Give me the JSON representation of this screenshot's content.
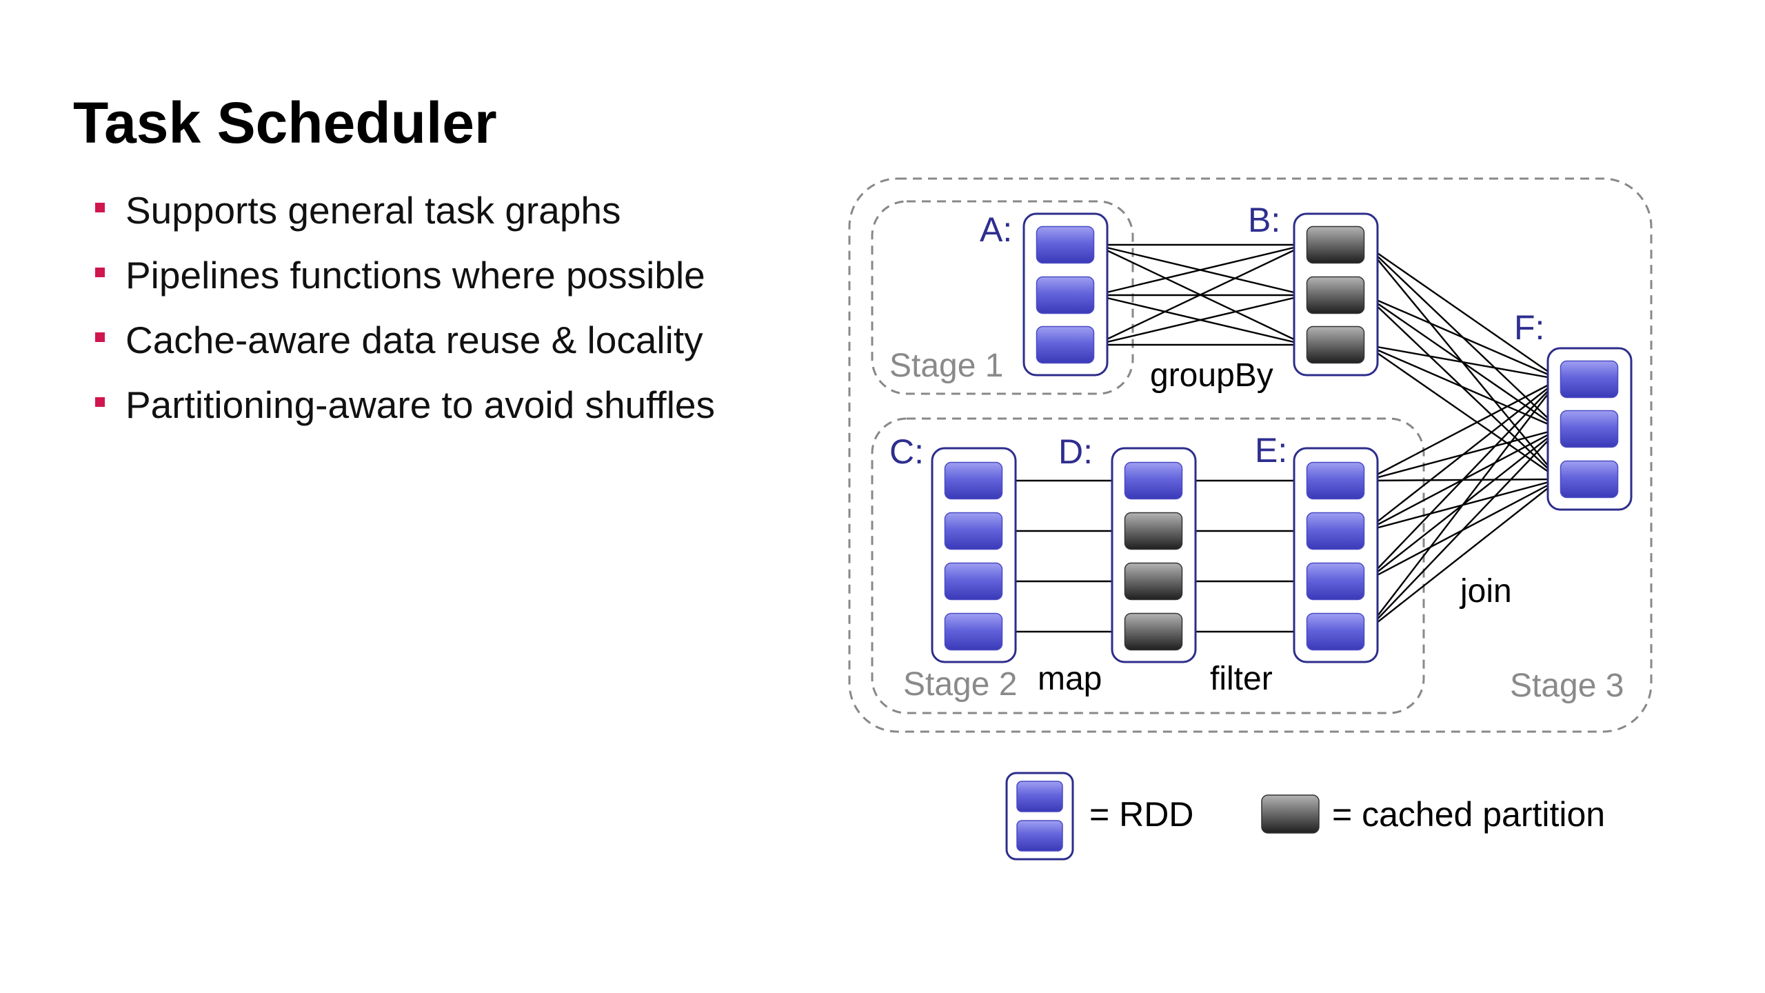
{
  "title": "Task Scheduler",
  "bullets": [
    "Supports general task graphs",
    "Pipelines functions where possible",
    "Cache-aware data reuse & locality",
    "Partitioning-aware to avoid shuffles"
  ],
  "diagram": {
    "rdds": [
      {
        "label": "A:",
        "partitions": [
          "normal",
          "normal",
          "normal"
        ]
      },
      {
        "label": "B:",
        "partitions": [
          "cached",
          "cached",
          "cached"
        ]
      },
      {
        "label": "C:",
        "partitions": [
          "normal",
          "normal",
          "normal",
          "normal"
        ]
      },
      {
        "label": "D:",
        "partitions": [
          "normal",
          "cached",
          "cached",
          "cached"
        ]
      },
      {
        "label": "E:",
        "partitions": [
          "normal",
          "normal",
          "normal",
          "normal"
        ]
      },
      {
        "label": "F:",
        "partitions": [
          "normal",
          "normal",
          "normal"
        ]
      }
    ],
    "operations": {
      "groupBy": "groupBy",
      "map": "map",
      "filter": "filter",
      "join": "join"
    },
    "stages": {
      "stage1": "Stage 1",
      "stage2": "Stage 2",
      "stage3": "Stage 3"
    },
    "legend": {
      "rdd": "= RDD",
      "cached": "= cached partition"
    }
  },
  "colors": {
    "accent": "#d0164f",
    "rdd_label": "#2e2e8f",
    "rdd_border": "#2d2d8c",
    "partition": "#5b5bd6",
    "cached": "#555555",
    "stage_text": "#8a8a8a"
  }
}
